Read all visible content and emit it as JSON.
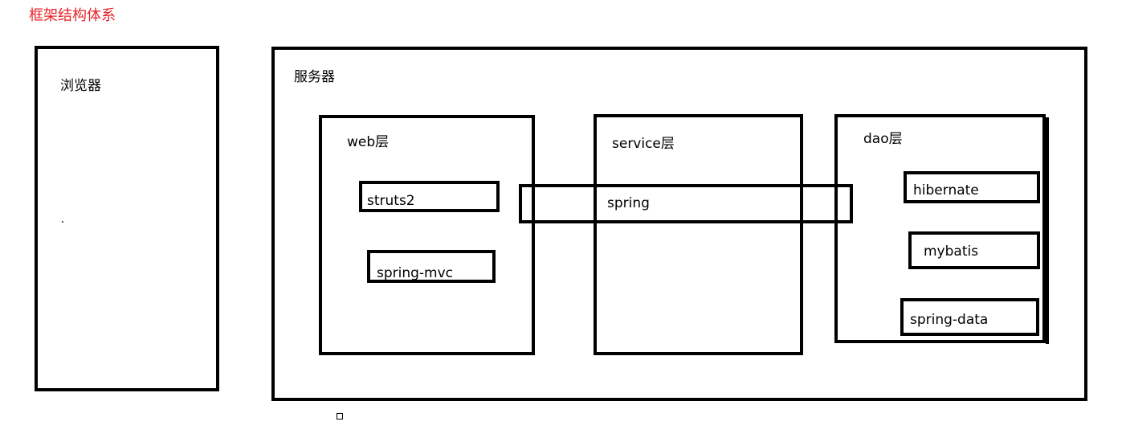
{
  "title": "框架结构体系",
  "browser": {
    "label": "浏览器"
  },
  "server": {
    "label": "服务器",
    "web_layer": {
      "label": "web层",
      "items": [
        "struts2",
        "spring-mvc"
      ]
    },
    "service_layer": {
      "label": "service层",
      "spring_label": "spring"
    },
    "dao_layer": {
      "label": "dao层",
      "items": [
        "hibernate",
        "mybatis",
        "spring-data"
      ]
    }
  },
  "colors": {
    "title": "#e8232a",
    "stroke": "#000000"
  }
}
